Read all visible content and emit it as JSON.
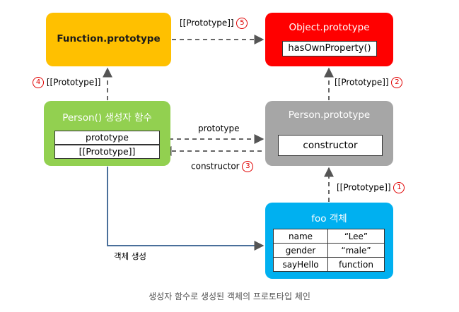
{
  "nodes": {
    "function_prototype": {
      "title": "Function.prototype"
    },
    "object_prototype": {
      "title": "Object.prototype",
      "method": "hasOwnProperty()"
    },
    "person_constructor": {
      "title": "Person() 생성자 함수",
      "props": [
        "prototype",
        "[[Prototype]]"
      ]
    },
    "person_prototype": {
      "title": "Person.prototype",
      "prop": "constructor"
    },
    "foo_object": {
      "title": "foo 객체",
      "rows": [
        {
          "key": "name",
          "value": "“Lee”"
        },
        {
          "key": "gender",
          "value": "“male”"
        },
        {
          "key": "sayHello",
          "value": "function"
        }
      ]
    }
  },
  "edges": {
    "proto_1": {
      "label": "[[Prototype]]",
      "num": "1"
    },
    "proto_2": {
      "label": "[[Prototype]]",
      "num": "2"
    },
    "constructor_3": {
      "label": "constructor",
      "num": "3"
    },
    "proto_4": {
      "label": "[[Prototype]]",
      "num": "4"
    },
    "proto_5": {
      "label": "[[Prototype]]",
      "num": "5"
    },
    "prototype_link": {
      "label": "prototype"
    },
    "create": {
      "label": "객체 생성"
    }
  },
  "caption": "생성자 함수로 생성된 객체의 프로토타입 체인",
  "colors": {
    "function_prototype": "#ffc000",
    "object_prototype": "#ff0000",
    "person_constructor": "#92d050",
    "person_prototype": "#a6a6a6",
    "foo_object": "#00b0f0",
    "number_badge": "#e00000"
  }
}
